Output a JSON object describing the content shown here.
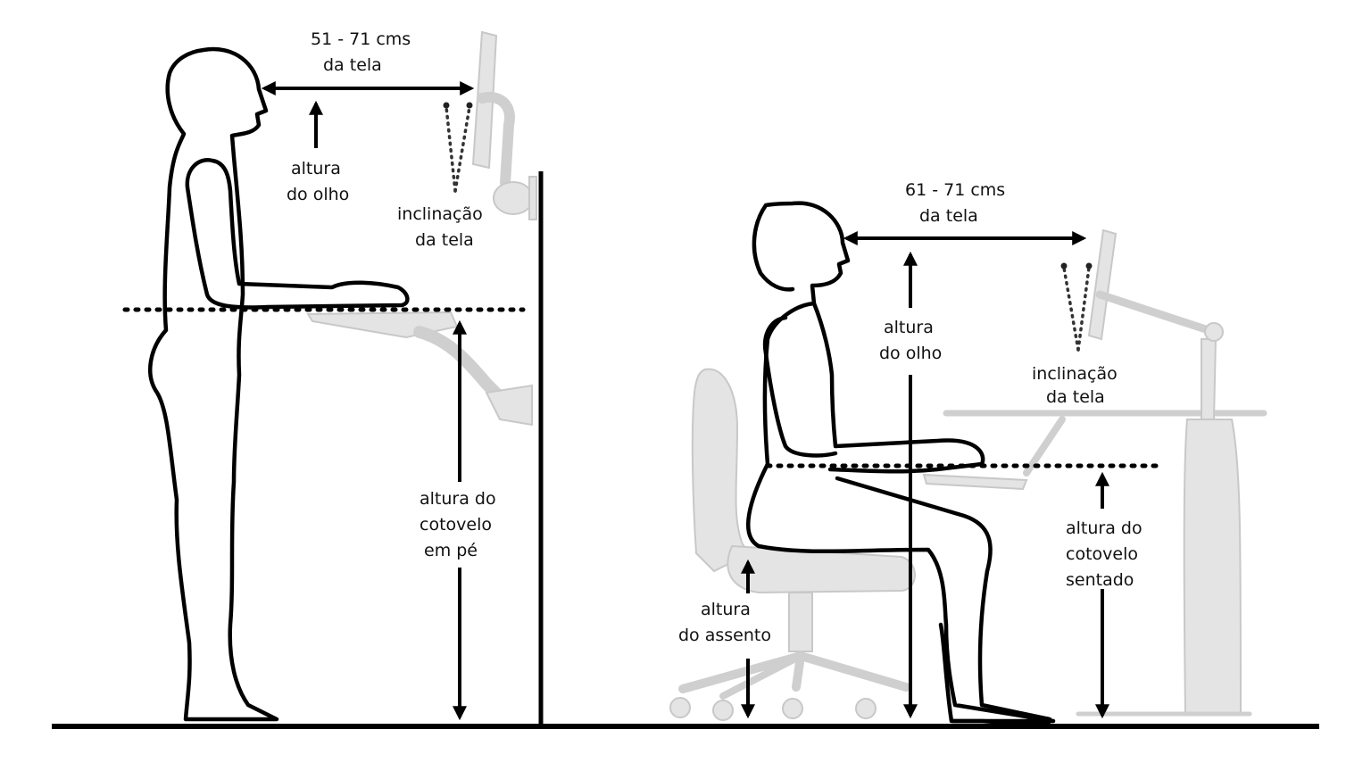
{
  "standing": {
    "distance_label": [
      "51 - 71 cms",
      "da tela"
    ],
    "eye_height_label": [
      "altura",
      "do olho"
    ],
    "tilt_label": [
      "inclinação",
      "da tela"
    ],
    "elbow_label": [
      "altura do",
      "cotovelo",
      "em pé"
    ]
  },
  "sitting": {
    "distance_label": [
      "61 - 71 cms",
      "da tela"
    ],
    "eye_height_label": [
      "altura",
      "do olho"
    ],
    "tilt_label": [
      "inclinação",
      "da tela"
    ],
    "elbow_label": [
      "altura do",
      "cotovelo",
      "sentado"
    ],
    "seat_label": [
      "altura",
      "do assento"
    ]
  },
  "colors": {
    "outline": "#000000",
    "furniture": "#e4e4e4",
    "background": "#ffffff"
  }
}
